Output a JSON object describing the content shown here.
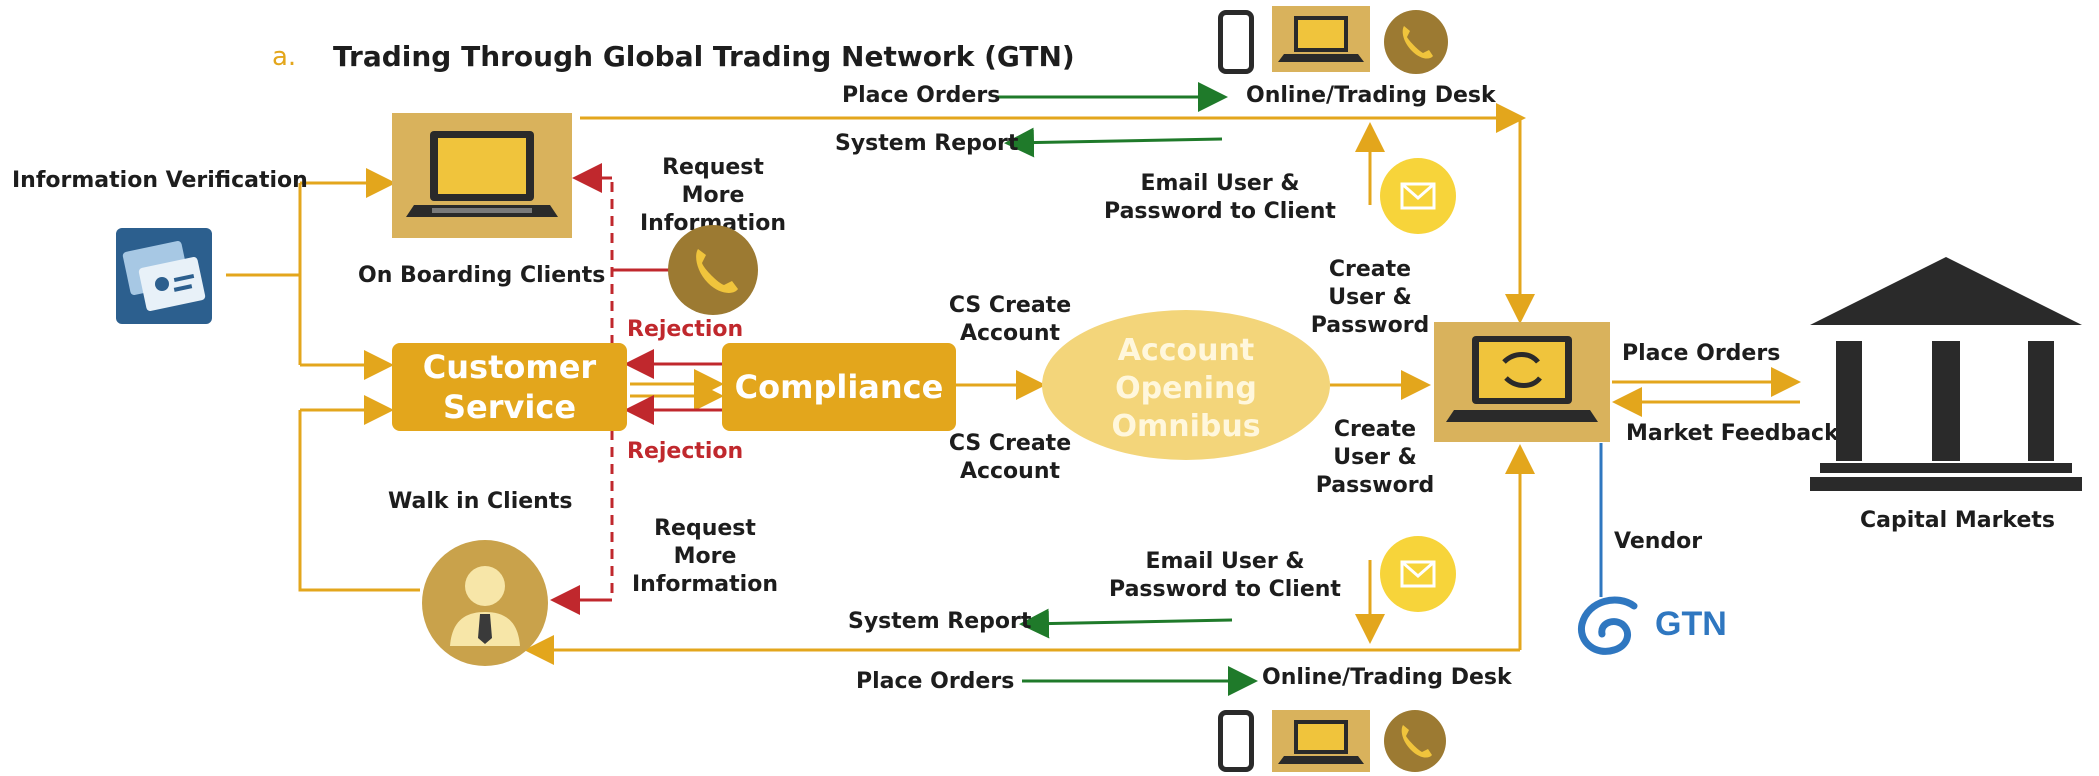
{
  "title": {
    "prefix": "a.",
    "text": "Trading Through Global Trading Network (GTN)"
  },
  "nodes": {
    "customer_service": "Customer Service",
    "compliance": "Compliance",
    "account_opening": "Account Opening Omnibus",
    "gtn_logo": "GTN"
  },
  "labels": {
    "information_verification": "Information Verification",
    "on_boarding_clients": "On Boarding Clients",
    "walk_in_clients": "Walk in Clients",
    "request_more_info_top": "Request More Information",
    "request_more_info_bottom": "Request More Information",
    "rejection_top": "Rejection",
    "rejection_bottom": "Rejection",
    "cs_create_account_top": "CS Create Account",
    "cs_create_account_bottom": "CS Create Account",
    "place_orders_top": "Place Orders",
    "place_orders_bottom": "Place Orders",
    "online_trading_desk_top": "Online/Trading Desk",
    "online_trading_desk_bottom": "Online/Trading Desk",
    "system_report_top": "System Report",
    "system_report_bottom": "System Report",
    "email_top": "Email User & Password to Client",
    "email_bottom": "Email User & Password to Client",
    "create_user_top": "Create User & Password",
    "create_user_bottom": "Create User & Password",
    "place_orders_market": "Place Orders",
    "market_feedback": "Market Feedback",
    "vendor": "Vendor",
    "capital_markets": "Capital Markets"
  },
  "colors": {
    "gold": "#e3a61c",
    "gold_dark": "#c8901a",
    "tan": "#d9b25c",
    "green": "#1f7a2a",
    "red": "#c0282d",
    "blue": "#2f77c0",
    "dark": "#2a2a2a"
  },
  "icons": [
    "laptop-icon",
    "id-card-icon",
    "phone-icon",
    "person-icon",
    "mobile-phone-icon",
    "email-icon",
    "exchange-laptop-icon",
    "bank-icon",
    "gtn-logo-icon"
  ]
}
